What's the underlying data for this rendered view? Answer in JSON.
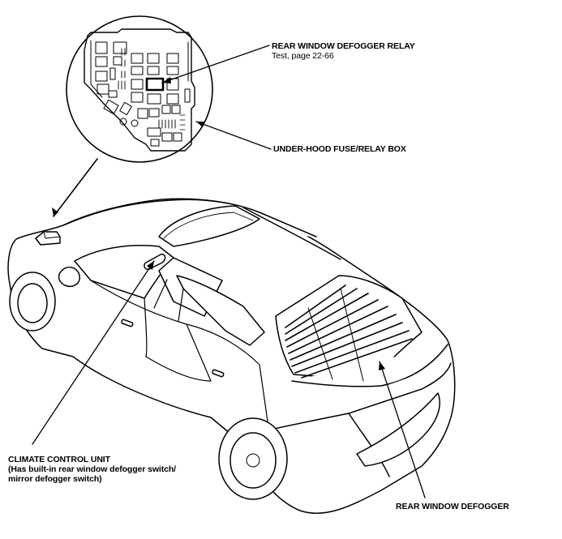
{
  "labels": {
    "relay": {
      "title": "REAR WINDOW DEFOGGER RELAY",
      "subtitle": "Test, page 22-66"
    },
    "fusebox": {
      "title": "UNDER-HOOD FUSE/RELAY BOX"
    },
    "climate": {
      "title": "CLIMATE CONTROL UNIT",
      "line2": "(Has built-in rear window defogger switch/",
      "line3": "mirror defogger switch)"
    },
    "defogger": {
      "title": "REAR WINDOW DEFOGGER"
    }
  },
  "colors": {
    "line": "#000000",
    "background": "#ffffff"
  }
}
